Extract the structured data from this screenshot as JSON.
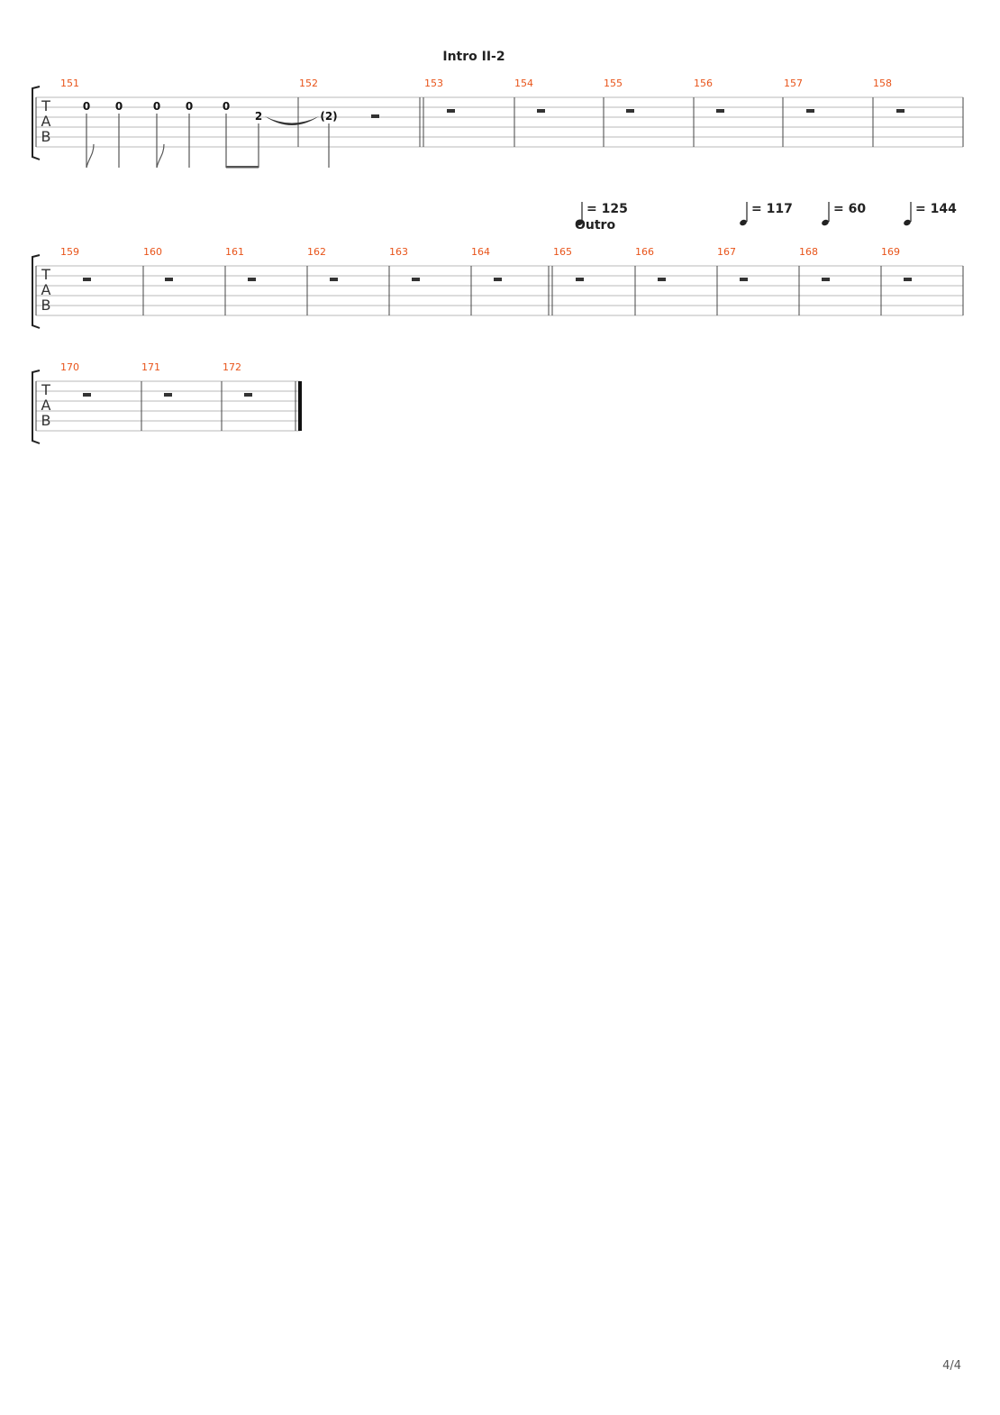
{
  "page": {
    "number_label": "4/4"
  },
  "clef": {
    "t": "T",
    "a": "A",
    "b": "B"
  },
  "colors": {
    "measure_number": "#e8541a",
    "staff_line": "#b8b8b8",
    "bar_line": "#444444",
    "ink": "#111111"
  },
  "systems": [
    {
      "section_label": "Intro II-2",
      "measure_numbers": [
        "151",
        "152",
        "153",
        "154",
        "155",
        "156",
        "157",
        "158"
      ],
      "frets": [
        "0",
        "0",
        "0",
        "0",
        "0",
        "2",
        "(2)"
      ],
      "tempos": []
    },
    {
      "section_label": "Outro",
      "measure_numbers": [
        "159",
        "160",
        "161",
        "162",
        "163",
        "164",
        "165",
        "166",
        "167",
        "168",
        "169"
      ],
      "frets": [],
      "tempos": [
        {
          "bpm_label": "= 125"
        },
        {
          "bpm_label": "= 117"
        },
        {
          "bpm_label": "= 60"
        },
        {
          "bpm_label": "= 144"
        }
      ]
    },
    {
      "section_label": "",
      "measure_numbers": [
        "170",
        "171",
        "172"
      ],
      "frets": [],
      "tempos": []
    }
  ]
}
